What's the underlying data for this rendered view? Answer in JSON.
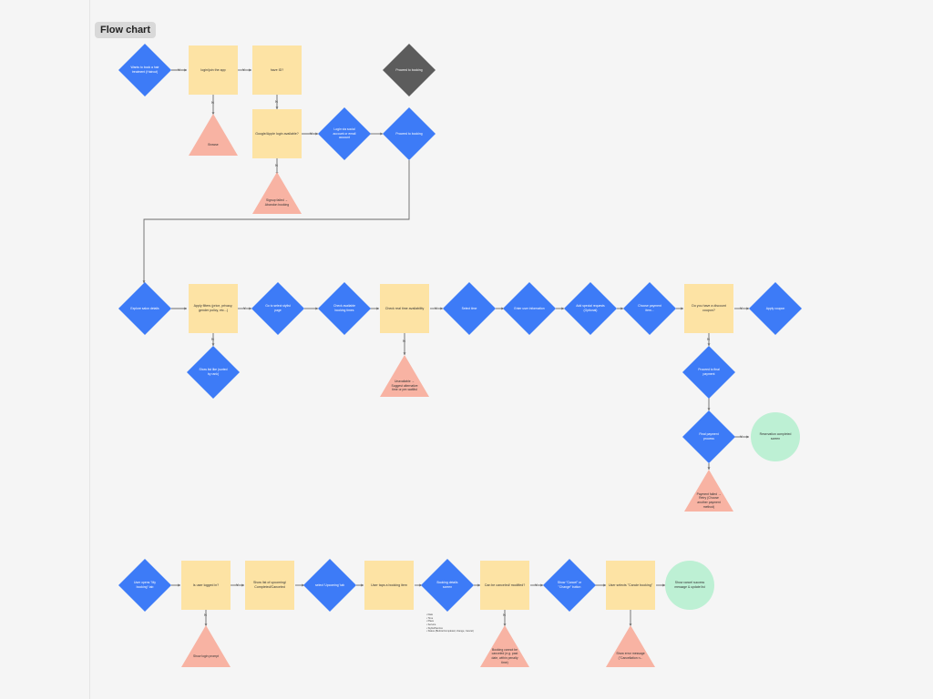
{
  "title": "Flow chart",
  "colors": {
    "diamond": "#3d7bf7",
    "rect": "#fde3a4",
    "triangle": "#f8b3a3",
    "circle": "#bdf0d4",
    "grey": "#5c5c5c",
    "line": "#6a6a6a"
  },
  "row1": {
    "wants_to_book": "Wants to book a hair treatment (Haircut)",
    "login_app": "login/join the app",
    "have_id": "have ID?",
    "proceed_top": "Proceed to booking",
    "browse": "Browse",
    "google_apple": "Google/Apple login available?",
    "login_social": "Login via social account or email account",
    "proceed_mid": "Proceed to booking",
    "signup_failed": "Signup failed → Abandon booking",
    "y1": "Y",
    "y2": "Y",
    "y3": "Y",
    "n1": "N",
    "n2": "N",
    "n3": "N",
    "n4": "N"
  },
  "row2": {
    "explore": "Explore salon details",
    "apply_filters": "Apply filters (price, privacy, gender policy, etc...)",
    "go_to_select": "Go to select stylist page",
    "check_booking": "Check available booking times",
    "check_realtime": "Check real time availability",
    "select_time": "Select time",
    "enter_info": "Enter user information",
    "add_special": "Add special requests (Optional)",
    "choose_payment": "Choose payment item...",
    "discount": "Do you have a discount coupon?",
    "apply_coupon": "Apply coupon",
    "show_list": "Show list like (sorted by rank)",
    "unavailable": "Unavailable → Suggest alternative time or pre-waitlist",
    "proceed_final": "Proceed to final payment",
    "final_payment": "Final payment process",
    "reservation_complete": "Reservation completed screen",
    "payment_failed": "Payment failed → Retry (Choose another payment method)",
    "n_filters": "N",
    "y_filters": "Y",
    "n_realtime": "N",
    "y_realtime": "Y",
    "y_discount": "Y",
    "n_discount": "N",
    "y_booking": "Y"
  },
  "row3": {
    "user_opens": "User opens \"My booking\" tab",
    "is_logged_in": "Is user logged in?",
    "show_list": "Show list of upcoming/ Completed/Canceled",
    "select_upcoming": "select 'Upcoming' tab",
    "user_taps": "User taps a booking item",
    "booking_details": "Booking details screen",
    "can_cancel": "Can be canceled/ modified?",
    "show_cancel": "Show \"Cancel\" or \"Change\" button",
    "user_selects": "User selects \"Cancle booking\"",
    "show_cancel_success": "Show cancel success message & update list",
    "show_login": "Show login prompt",
    "booking_cannot": "Booking cannot be canceled (e.g. past date, within penalty time)",
    "show_error": "Show error message (\"Cancellation n...",
    "details_list": [
      "• Date",
      "• Time",
      "• Place",
      "• Service",
      "• Stylist/Service",
      "• Status (Before/Completed, change, Cancel)"
    ],
    "y1": "Y",
    "n1": "N",
    "y2": "Y",
    "n2": "N"
  }
}
